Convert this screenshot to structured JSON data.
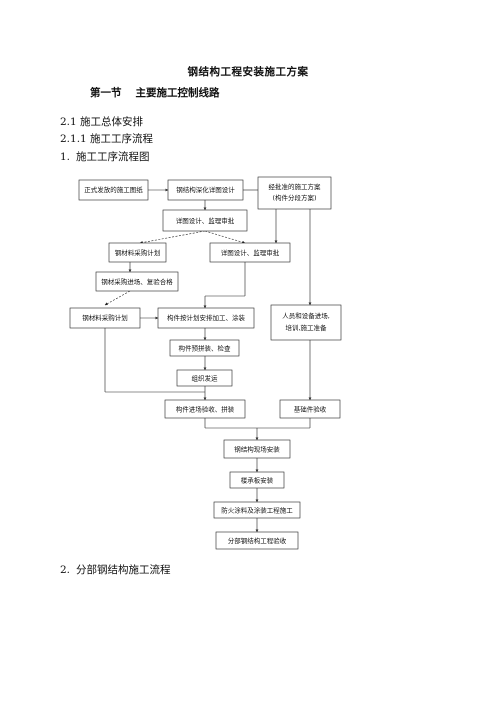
{
  "doc": {
    "title": "钢结构工程安装施工方案",
    "section_no": "第一节",
    "section_title": "主要施工控制线路",
    "h1": "2.1 施工总体安排",
    "h2": "2.1.1 施工工序流程",
    "h3_num": "1.",
    "h3_text": "施工工序流程图",
    "h4_num": "2.",
    "h4_text": "分部钢结构施工流程"
  },
  "flow": {
    "b1": "正式发放的施工图纸",
    "b2": "钢结构深化详图设计",
    "b3a": "经批准的施工方案",
    "b3b": "(构件分段方案)",
    "b4": "详图设计、监理审批",
    "b5": "钢材料采购计划",
    "b6": "详图设计、监理审批",
    "b7": "钢材采购进场、复验合格",
    "b8": "钢材料采购计划",
    "b9": "构件按计划安排加工、涂装",
    "b10a": "人员和设备进场,",
    "b10b": "培训,施工准备",
    "b11": "构件预拼装、检查",
    "b12": "组织发运",
    "b13": "构件进场验收、拼装",
    "b14": "基础件验收",
    "b15": "钢结构现场安装",
    "b16": "楼承板安装",
    "b17": "防火涂料及涂装工程施工",
    "b18": "分部钢结构工程验收"
  }
}
